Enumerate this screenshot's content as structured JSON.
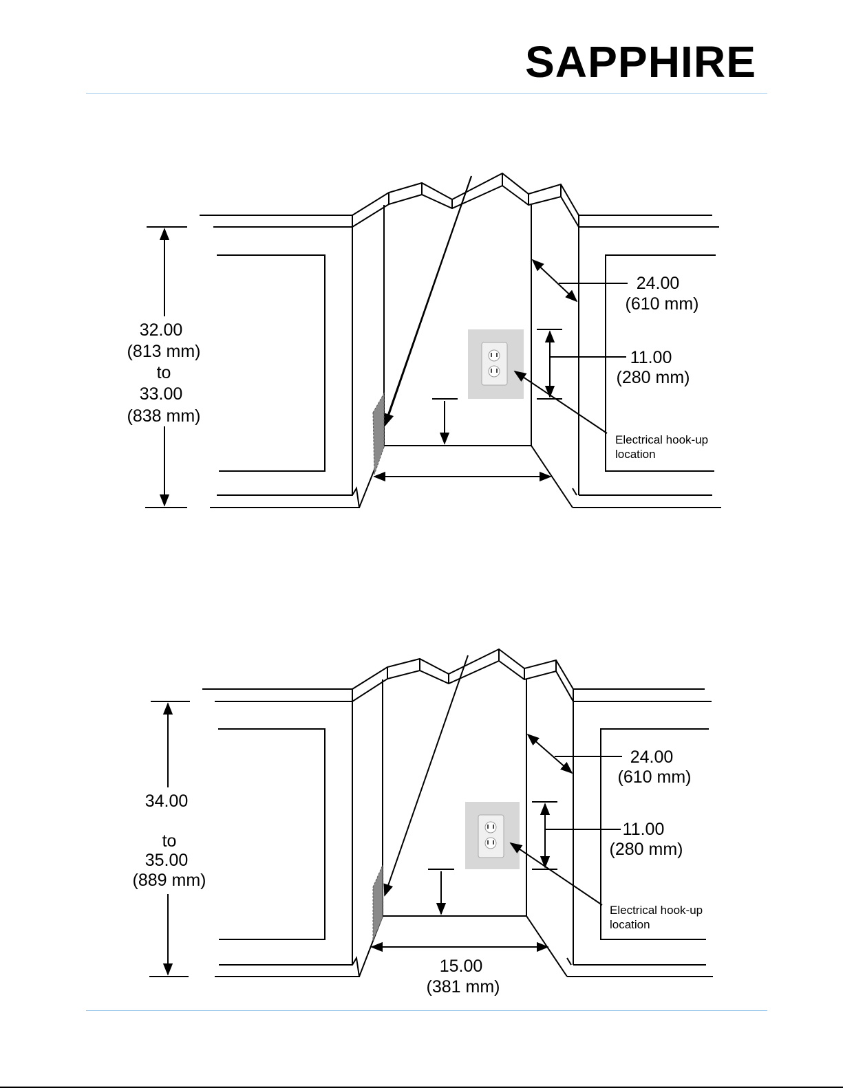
{
  "brand": {
    "name": "SAPPHIRE"
  },
  "colors": {
    "rule": "#9cc7ea",
    "outlet_plate": "#d7d7d7",
    "shading": "#8a8a8a"
  },
  "diagram_top": {
    "height_value": "32.00",
    "height_mm": "(813 mm)",
    "height_to": "to",
    "height_value_2": "33.00",
    "height_mm_2": "(838 mm)",
    "depth_value": "24.00",
    "depth_mm": "(610 mm)",
    "outlet_value": "11.00",
    "outlet_mm": "(280 mm)",
    "callout_line1": "Electrical hook-up",
    "callout_line2": "location"
  },
  "diagram_bottom": {
    "height_value": "34.00",
    "height_to": "to",
    "height_value_2": "35.00",
    "height_mm_2": "(889 mm)",
    "depth_value": "24.00",
    "depth_mm": "(610 mm)",
    "outlet_value": "11.00",
    "outlet_mm": "(280 mm)",
    "width_value": "15.00",
    "width_mm": "(381 mm)",
    "callout_line1": "Electrical hook-up",
    "callout_line2": "location"
  }
}
